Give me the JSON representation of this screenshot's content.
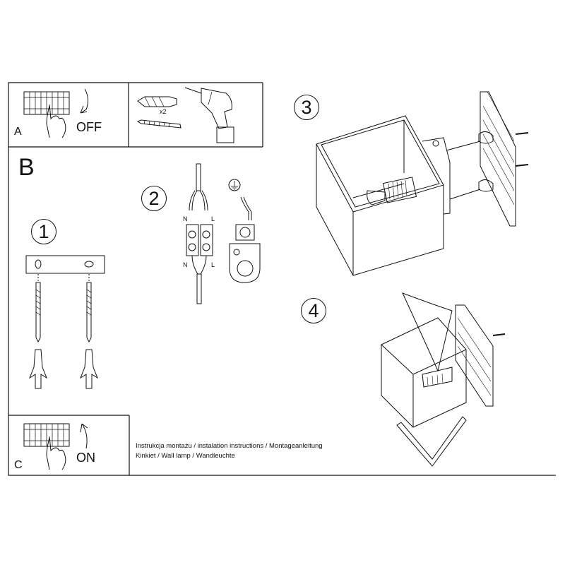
{
  "panels": {
    "a": {
      "letter": "A",
      "switch_label": "OFF"
    },
    "tools": {
      "quantity": "x2"
    },
    "b": {
      "letter": "B"
    },
    "c": {
      "letter": "C",
      "switch_label": "ON"
    }
  },
  "steps": [
    "1",
    "2",
    "3",
    "4"
  ],
  "wiring": {
    "neutral": "N",
    "live": "L"
  },
  "footer": {
    "line1": "Instrukcja montażu / instalation instructions / Montageanleitung",
    "line2": "Kinkiet / Wall lamp / Wandleuchte"
  },
  "colors": {
    "line": "#111111",
    "background": "#ffffff"
  }
}
